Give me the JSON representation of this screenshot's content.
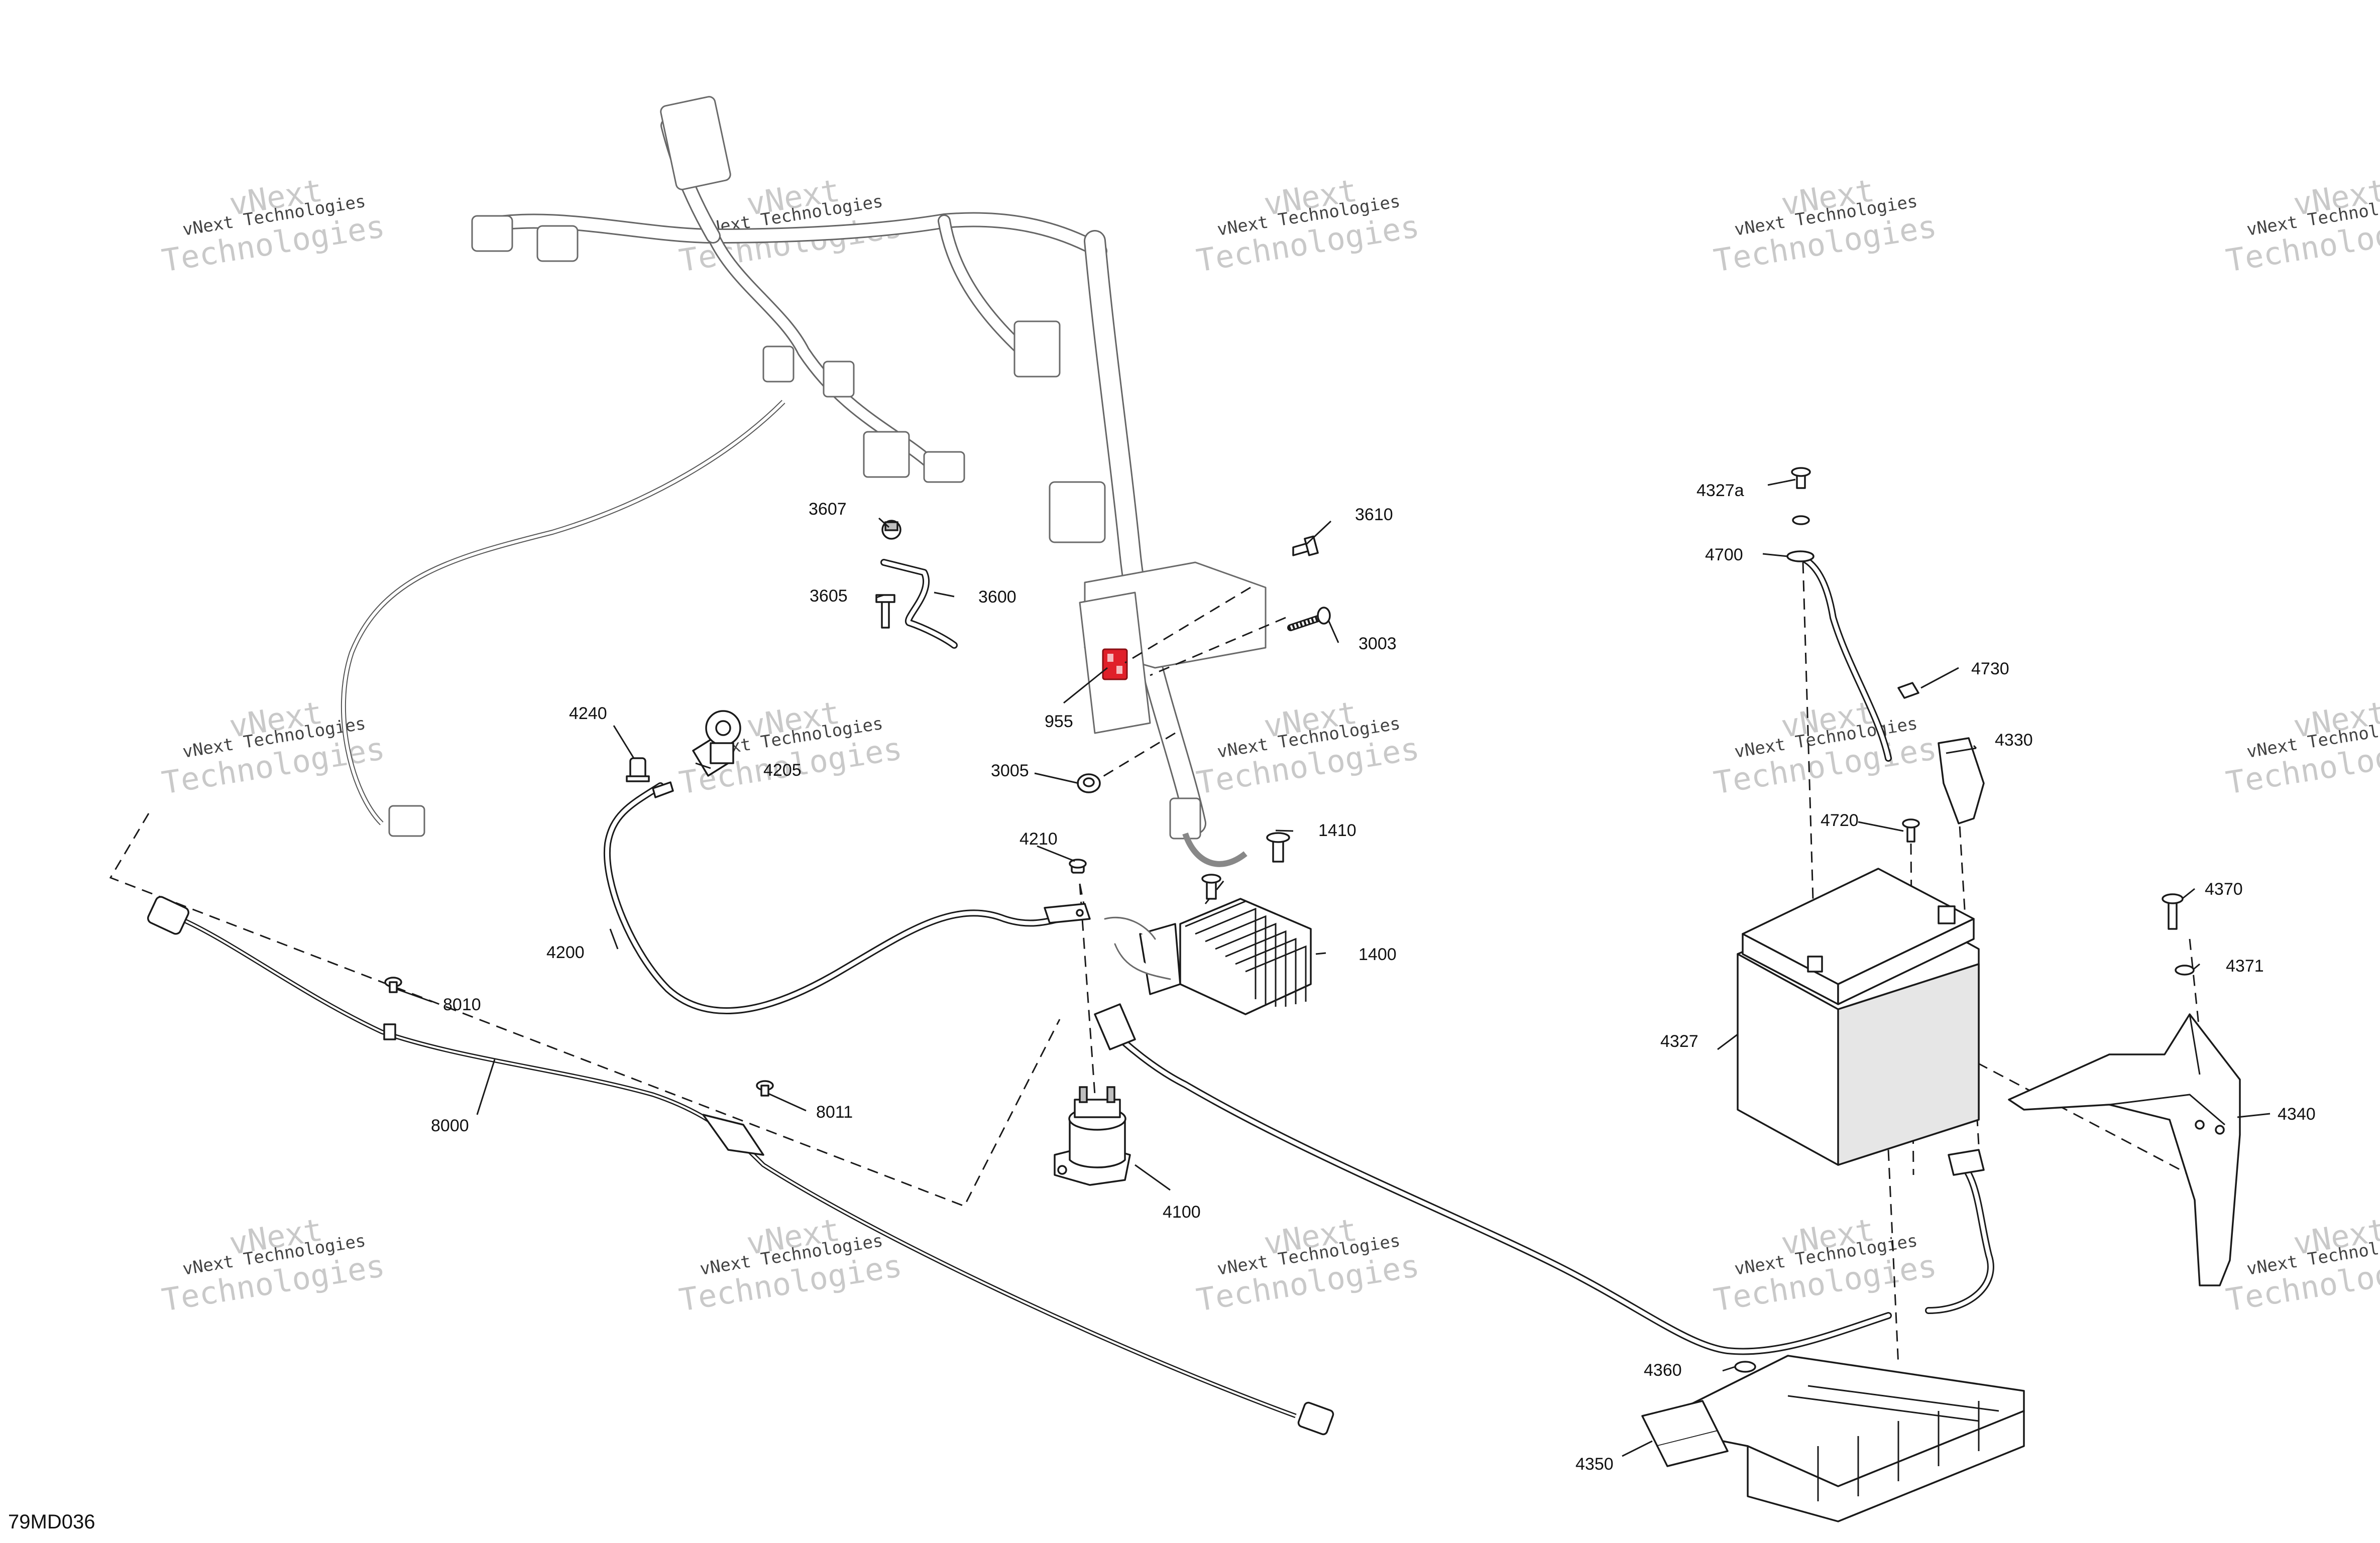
{
  "figure_id": "79MD036",
  "watermark": {
    "line1": "vNext Technologies",
    "line2": "vNext",
    "line3": "Technologies"
  },
  "highlight_color": "#e0202a",
  "callouts": {
    "c955": "955",
    "c1400": "1400",
    "c1410": "1410",
    "c3003": "3003",
    "c3005": "3005",
    "c3600": "3600",
    "c3605": "3605",
    "c3607": "3607",
    "c3610": "3610",
    "c4100": "4100",
    "c4200": "4200",
    "c4205": "4205",
    "c4210": "4210",
    "c4240": "4240",
    "c4327": "4327",
    "c4327a": "4327a",
    "c4330": "4330",
    "c4340": "4340",
    "c4350": "4350",
    "c4360": "4360",
    "c4370": "4370",
    "c4371": "4371",
    "c4700": "4700",
    "c4720": "4720",
    "c4730": "4730",
    "c8000": "8000",
    "c8010": "8010",
    "c8011": "8011"
  }
}
